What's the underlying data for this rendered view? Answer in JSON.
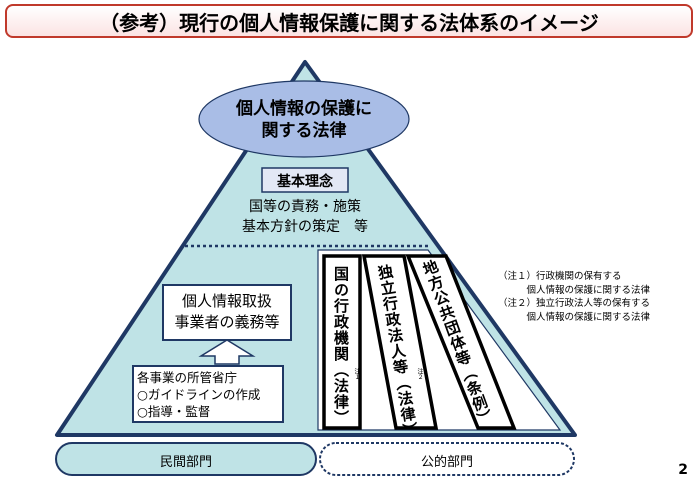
{
  "title": "（参考）現行の個人情報保護に関する法体系のイメージ",
  "apex": {
    "line1": "個人情報の保護に",
    "line2": "関する法律"
  },
  "basic_principle": "基本理念",
  "duties": {
    "line1": "国等の責務・施策",
    "line2": "基本方針の策定　等"
  },
  "private": {
    "obligations": {
      "line1": "個人情報取扱",
      "line2": "事業者の義務等"
    },
    "ministry": {
      "line1": "各事業の所管省庁",
      "line2": "○ガイドラインの作成",
      "line3": "○指導・監督"
    }
  },
  "public_laws": [
    {
      "text": "国の行政機関（法律）",
      "note_mark": "注１"
    },
    {
      "text": "独立行政法人等（法律）",
      "note_mark": "注２"
    },
    {
      "text": "地方公共団体等（条例）",
      "note_mark": ""
    }
  ],
  "notes": [
    {
      "line1": "（注１）行政機関の保有する",
      "line2": "　　　個人情報の保護に関する法律"
    },
    {
      "line1": "（注２）独立行政法人等の保有する",
      "line2": "　　　個人情報の保護に関する法律"
    }
  ],
  "sectors": {
    "private": "民間部門",
    "public": "公的部門"
  },
  "page_number": "2",
  "colors": {
    "fill": "#bfe3e6",
    "outline": "#1f3864",
    "apex_fill": "#a9bde6",
    "title_border": "#c0392b"
  }
}
